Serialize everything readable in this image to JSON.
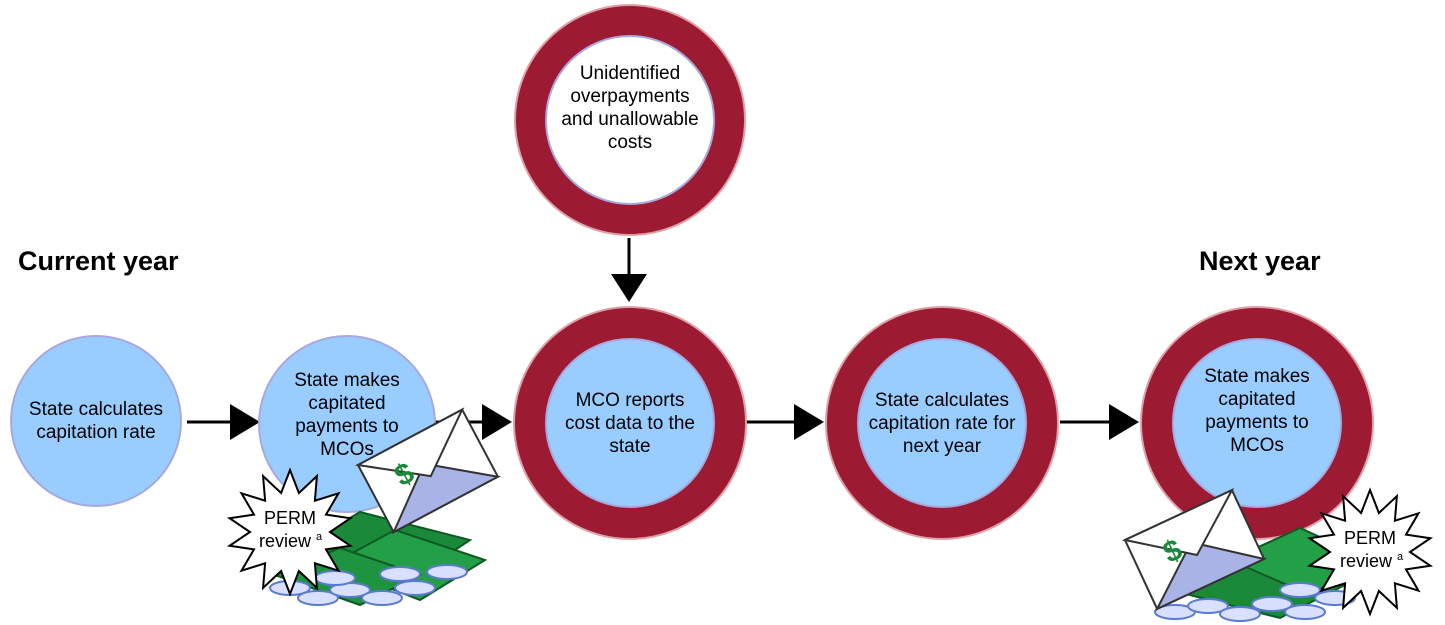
{
  "labels": {
    "current_year": "Current year",
    "next_year": "Next year"
  },
  "nodes": {
    "n1": "State calculates\ncapitation rate",
    "n2": "State makes\ncapitated\npayments to\nMCOs",
    "n3": "MCO reports\ncost data to the\nstate",
    "n4": "State calculates\ncapitation rate for\nnext year",
    "n5": "State makes\ncapitated\npayments to\nMCOs",
    "top": "Unidentified\noverpayments\nand unallowable\ncosts"
  },
  "badges": {
    "perm_word": "PERM",
    "review_word": "review",
    "footnote": "a",
    "dollar": "$"
  },
  "colors": {
    "ring": "#9c1a32",
    "fill": "#99ccff",
    "fill_border": "#a8a8e0",
    "money": "#1a8a3a",
    "coin": "#6a8ad8",
    "envelope": "#a9b3e6"
  }
}
